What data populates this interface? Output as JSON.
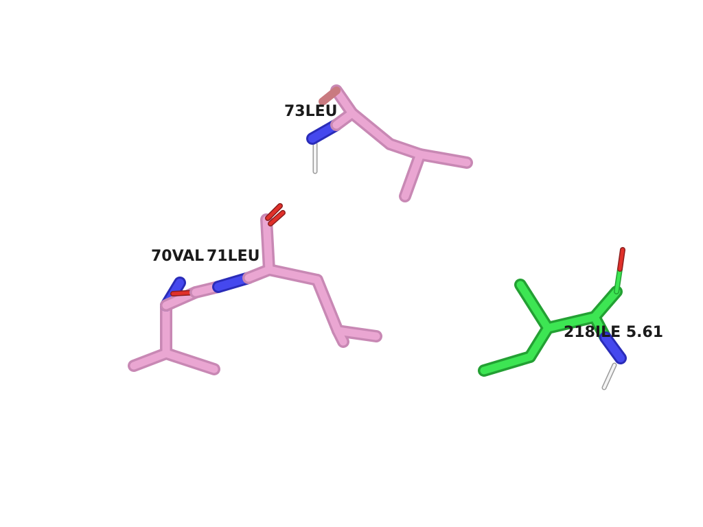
{
  "labels": {
    "res73": "73LEU",
    "res70": "70VAL",
    "res71": "71LEU",
    "res218": "218ILE 5.61"
  },
  "colors": {
    "background": "#ffffff",
    "carbon_pink": "#e8a2cf",
    "carbon_green": "#35e04a",
    "nitrogen": "#3538e8",
    "oxygen": "#e0302a",
    "hydrogen": "#f2f2f2",
    "label": "#1a1a1a"
  }
}
